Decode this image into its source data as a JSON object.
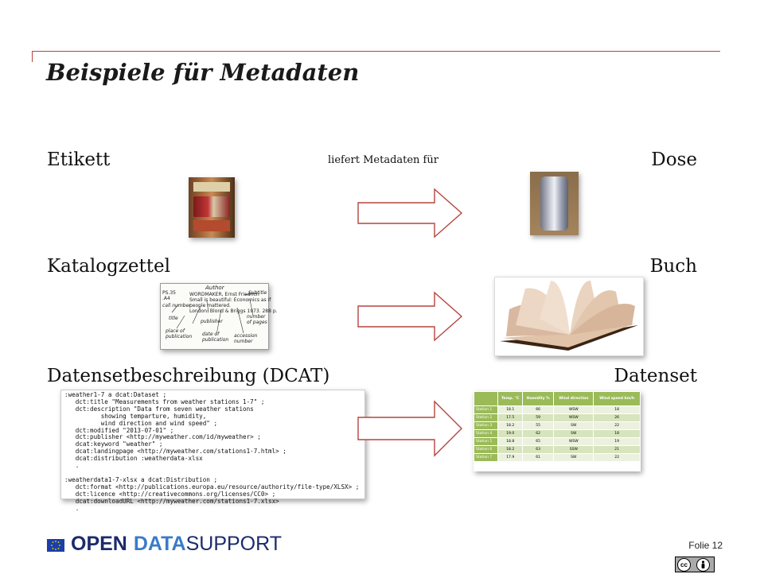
{
  "slide": {
    "title": "Beispiele für Metadaten",
    "page_number": "Folie 12"
  },
  "rows": [
    {
      "left_label": "Etikett",
      "middle_label": "liefert Metadaten für",
      "right_label": "Dose"
    },
    {
      "left_label": "Katalogzettel",
      "right_label": "Buch"
    },
    {
      "left_label": "Datensetbeschreibung (DCAT)",
      "right_label": "Datenset"
    }
  ],
  "catalog_card": {
    "annotations": [
      "Author",
      "Subtitle",
      "call number",
      "title",
      "place of publication",
      "publisher",
      "date of publication",
      "accession number",
      "number of pages"
    ]
  },
  "dcat_code": ":weather1-7 a dcat:Dataset ;\n   dct:title \"Measurements from weather stations 1-7\" ;\n   dct:description \"Data from seven weather stations\n          showing temparture, humidity,\n          wind direction and wind speed\" ;\n   dct:modified \"2013-07-01\" ;\n   dct:publisher <http://myweather.com/id/myweather> ;\n   dcat:keyword \"weather\" ;\n   dcat:landingpage <http://myweather.com/stations1-7.html> ;\n   dcat:distribution :weatherdata-xlsx\n   .\n\n:weatherdata1-7-xlsx a dcat:Distribution ;\n   dct:format <http://publications.europa.eu/resource/authority/file-type/XLSX> ;\n   dct:licence <http://creativecommons.org/licenses/CC0> ;\n   dcat:downloadURL <http://myweather.com/stations1-7.xlsx>\n   .",
  "dataset_table": {
    "headers": [
      "",
      "Temp. °C",
      "Humidity %",
      "Wind direction",
      "Wind speed km/h"
    ],
    "rows": [
      [
        "Station 1",
        "18.1",
        "66",
        "WSW",
        "18"
      ],
      [
        "Station 2",
        "17.5",
        "59",
        "WSW",
        "26"
      ],
      [
        "Station 3",
        "18.2",
        "55",
        "SW",
        "22"
      ],
      [
        "Station 4",
        "19.0",
        "62",
        "SW",
        "18"
      ],
      [
        "Station 5",
        "18.8",
        "65",
        "WSW",
        "19"
      ],
      [
        "Station 6",
        "18.2",
        "63",
        "SSW",
        "21"
      ],
      [
        "Station 7",
        "17.9",
        "61",
        "SW",
        "22"
      ]
    ]
  },
  "footer": {
    "logo_open": "OPEN",
    "logo_data": "DATA",
    "logo_support": "SUPPORT",
    "license": "cc"
  },
  "colors": {
    "accent_line": "#b5453f",
    "logo_dark": "#1c2a6b",
    "logo_light": "#3a7bc8",
    "table_green": "#9bbb59"
  }
}
